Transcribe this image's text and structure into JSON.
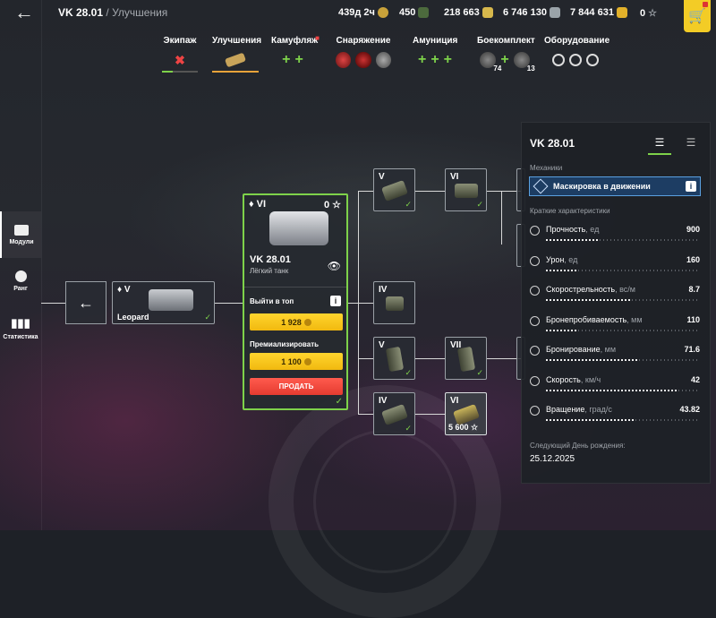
{
  "header": {
    "vehicle": "VK 28.01",
    "separator": " / ",
    "section": "Улучшения"
  },
  "currencies": [
    {
      "value": "439д 2ч",
      "color": "#c9a23a"
    },
    {
      "value": "450",
      "color": "#7ed24a"
    },
    {
      "value": "218 663",
      "color": "#d7b84c"
    },
    {
      "value": "6 746 130",
      "color": "#9aa3a9"
    },
    {
      "value": "7 844 631",
      "color": "#e2b12a"
    },
    {
      "value": "0",
      "color": "#9ea3a9"
    }
  ],
  "tabs": [
    {
      "label": "Экипаж"
    },
    {
      "label": "Улучшения"
    },
    {
      "label": "Камуфляж"
    },
    {
      "label": "Снаряжение"
    },
    {
      "label": "Амуниция"
    },
    {
      "label": "Боекомплект",
      "ammo1": "74",
      "ammo2": "13"
    },
    {
      "label": "Оборудование"
    }
  ],
  "nav": [
    {
      "label": "Модули"
    },
    {
      "label": "Ранг"
    },
    {
      "label": "Статистика"
    }
  ],
  "tree": {
    "prev": {
      "tier": "♦ V",
      "name": "Leopard"
    },
    "current": {
      "tier": "♦ VI",
      "xp": "0 ☆",
      "name": "VK 28.01",
      "type": "Лёгкий танк",
      "top_label": "Выйти в топ",
      "top_price": "1 928",
      "prem_label": "Премиализировать",
      "prem_price": "1 100",
      "sell": "ПРОДАТЬ"
    },
    "modules": [
      {
        "tier": "V"
      },
      {
        "tier": "VI"
      },
      {
        "tier": "IV"
      },
      {
        "tier": "V"
      },
      {
        "tier": "VII"
      },
      {
        "tier": "IV"
      },
      {
        "tier": "VI",
        "price": "5 600 ☆"
      }
    ]
  },
  "panel": {
    "title": "VK 28.01",
    "mechanics_label": "Механики",
    "skill": "Маскировка в движении",
    "stats_label": "Краткие характеристики",
    "stats": [
      {
        "name": "Прочность",
        "unit": ", ед",
        "value": "900",
        "level": 0.35
      },
      {
        "name": "Урон",
        "unit": ", ед",
        "value": "160",
        "level": 0.2
      },
      {
        "name": "Скорострельность",
        "unit": ", вс/м",
        "value": "8.7",
        "level": 0.55
      },
      {
        "name": "Бронепробиваемость",
        "unit": ", мм",
        "value": "110",
        "level": 0.2
      },
      {
        "name": "Бронирование",
        "unit": ", мм",
        "value": "71.6",
        "level": 0.6
      },
      {
        "name": "Скорость",
        "unit": ", км/ч",
        "value": "42",
        "level": 0.85
      },
      {
        "name": "Вращение",
        "unit": ", град/с",
        "value": "43.82",
        "level": 0.58
      }
    ],
    "birthday_label": "Следующий День рождения:",
    "birthday_date": "25.12.2025"
  }
}
